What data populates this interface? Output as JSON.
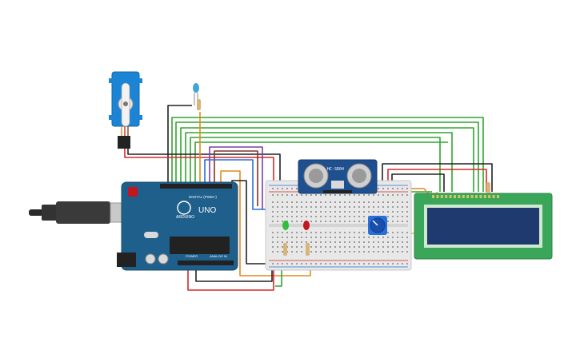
{
  "arduino": {
    "logo_text": "ARDUINO",
    "model_text": "UNO",
    "digital_header": "DIGITAL (PWM~)",
    "power_header": "POWER",
    "analog_header": "ANALOG IN",
    "color": "#1f5f8b"
  },
  "sensor": {
    "label": "HC-SR04",
    "color": "#1e4f8f"
  },
  "lcd": {
    "pcb_color": "#3aa65a",
    "screen_color": "#1e3a6e"
  },
  "servo": {
    "color": "#1b84d4"
  },
  "breadboard": {
    "color": "#e8e8e8"
  },
  "colors": {
    "wire_green": "#2fa62f",
    "wire_red": "#d62a2a",
    "wire_black": "#222222",
    "wire_orange": "#e08a1e",
    "wire_purple": "#7c3fa8",
    "wire_yellow": "#e3c21a",
    "wire_blue": "#2a6fd6"
  }
}
